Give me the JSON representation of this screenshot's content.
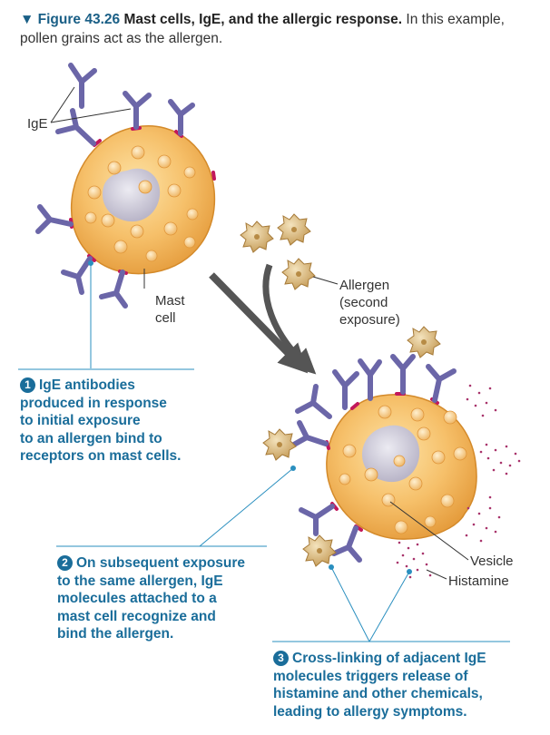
{
  "caption": {
    "figure_number": "Figure 43.26",
    "title": "Mast cells, IgE, and the allergic response.",
    "text": "In this example, pollen grains act as the allergen."
  },
  "labels": {
    "ige": "IgE",
    "mast_line1": "Mast",
    "mast_line2": "cell",
    "allergen_line1": "Allergen",
    "allergen_line2": "(second",
    "allergen_line3": "exposure)",
    "vesicle": "Vesicle",
    "histamine": "Histamine"
  },
  "steps": [
    {
      "number": "1",
      "lines": [
        "IgE antibodies",
        "produced in response",
        "to initial exposure",
        "to an allergen bind to",
        "receptors on mast cells."
      ]
    },
    {
      "number": "2",
      "lines": [
        "On subsequent exposure",
        "to the same allergen, IgE",
        "molecules attached to a",
        "mast cell recognize and",
        "bind the allergen."
      ]
    },
    {
      "number": "3",
      "lines": [
        "Cross-linking of adjacent IgE",
        "molecules triggers release of",
        "histamine and other chemicals,",
        "leading to allergy symptoms."
      ]
    }
  ],
  "colors": {
    "cell_fill": "#f4b55a",
    "cell_edge": "#d48a2a",
    "nucleus": "#c9c5d4",
    "antibody": "#6b66a8",
    "receptor": "#c2185b",
    "allergen": "#d9b77a",
    "histamine": "#a8336b",
    "step_text": "#1a6d9a",
    "leader_line": "#2a8fbf",
    "arrow": "#555555"
  }
}
